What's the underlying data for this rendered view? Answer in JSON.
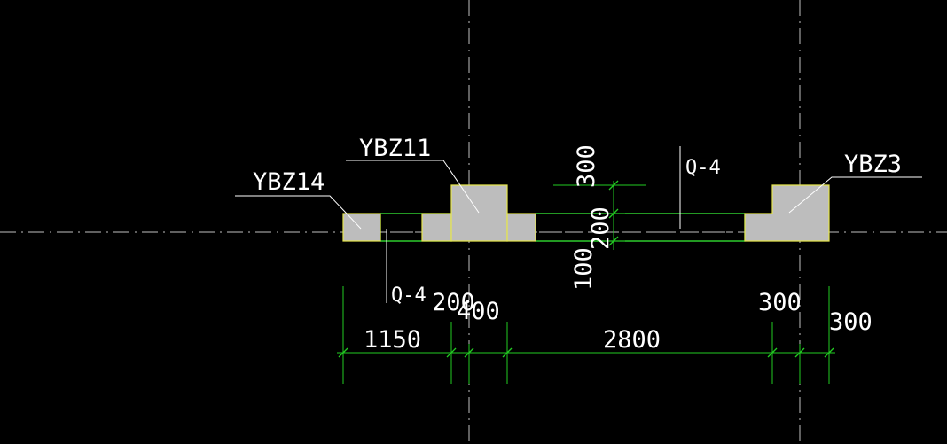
{
  "colors": {
    "background": "#000000",
    "axis": "#bfbfbf",
    "column_fill": "#bdbdbd",
    "column_outline": "#e6e64d",
    "wall_outline": "#3aff3a",
    "dimension": "#22cc22",
    "leader": "#ffffff",
    "text": "#ffffff"
  },
  "labels": {
    "ybz14": "YBZ14",
    "ybz11": "YBZ11",
    "ybz3": "YBZ3",
    "q4_top": "Q-4",
    "q4_bottom": "Q-4"
  },
  "dimensions": {
    "d1150": "1150",
    "d200_bottom": "200",
    "d400": "400",
    "d2800": "2800",
    "d300_mid": "300",
    "d300_right": "300",
    "d300_vertical": "300",
    "d200_vertical": "200",
    "d100_vertical": "100"
  }
}
